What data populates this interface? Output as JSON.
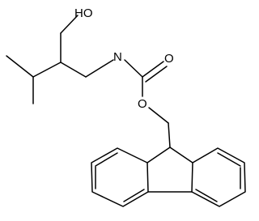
{
  "structure": {
    "atom_labels": {
      "hydroxyl": "HO",
      "amine": "N",
      "carbonyl_oxygen": "O",
      "ester_oxygen": "O"
    }
  }
}
